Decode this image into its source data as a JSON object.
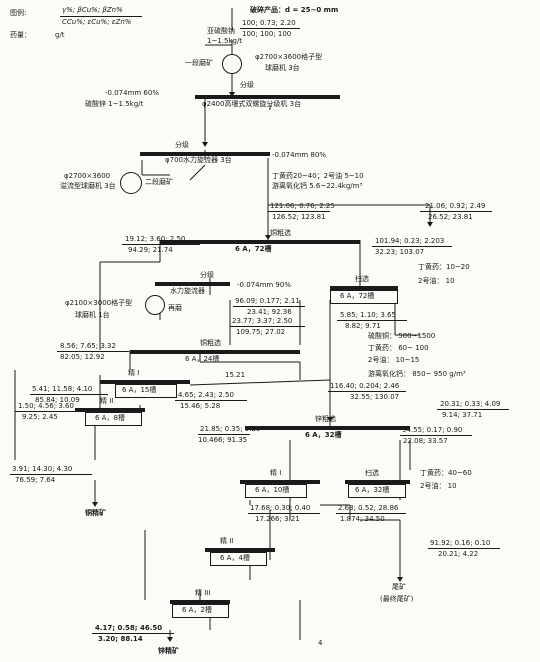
{
  "legend": {
    "title": "图例:",
    "row1_num": "γ%; βCu%; βZn%",
    "row1_den": "CCu%; εCu%; εZn%",
    "dosage_label": "药量：",
    "dosage_unit": "g/t"
  },
  "feed": {
    "label": "破碎产品：d = 25~0 mm",
    "values_top": "100; 0.73; 2.20",
    "values_bot": "100; 100; 100"
  },
  "stage1": {
    "reagent_name": "亚硫酸钠",
    "reagent_dose": "1~1.5kg/t",
    "mill_label": "一段磨矿",
    "mill_desc_line1": "φ2700×3600格子型",
    "mill_desc_line2": "球磨机 3台",
    "classify_label": "分级",
    "size_text": "-0.074mm 60%",
    "classifier": "φ2400高堰式双螺旋分级机 3台",
    "sulfite_reagent": "硫酸锌 1~1.5kg/t"
  },
  "stage2": {
    "classify_label": "分级",
    "cyclone": "φ700水力旋流器 3台",
    "size_text": "-0.074mm 80%",
    "mill_label": "二段磨矿",
    "mill_desc_line1": "φ2700×3600",
    "mill_desc_line2": "溢流型球磨机 3台",
    "reagents_line1": "丁黄药20~40；2号油 5~10",
    "reagents_line2": "游离氧化钙 5.6~22.4kg/m³",
    "v_left_top": "121.06; 0.76; 2.25",
    "v_left_bot": "126.52; 123.81",
    "v_right_top": "21.06; 0.92; 2.49",
    "v_right_bot": "26.52; 23.81"
  },
  "cu_rougher": {
    "label": "铜粗选",
    "cells": "6 A，72槽",
    "v_left_top": "19.12; 3.60; 2.50",
    "v_left_bot": "94.29; 21.74",
    "v_right_top": "101.94; 0.23; 2.203",
    "v_right_bot": "32.23; 103.07"
  },
  "regrind": {
    "classify_label": "分级",
    "cyclone": "水力旋流器",
    "size_text": "-0.074mm 90%",
    "mill_line1": "φ2100×3000格子型",
    "mill_line2": "球磨机 1台",
    "regrind_label": "再磨",
    "v1_top": "96.09; 0.177; 2.11",
    "v1_bot": "23.41; 92.36",
    "v2_top": "23.77; 3.37; 2.50",
    "v2_bot": "109.75; 27.02"
  },
  "cu_scav": {
    "label": "扫选",
    "cells": "6 A，72槽",
    "reagent_line1": "丁黄药：10~20",
    "reagent_line2": "2号油： 10",
    "v_top": "5.85; 1.10; 3.65",
    "v_bot": "8.82; 9.71"
  },
  "cu_rough2": {
    "label": "铜粗选",
    "cells": "6 A，24槽",
    "v_top": "8.56; 7.65; 3.32",
    "v_bot": "82.05; 12.92"
  },
  "cu_clean1": {
    "label": "精 I",
    "cells": "6 A，15槽",
    "v_top": "5.41; 11.58; 4.10",
    "v_bot": "85.84; 10.09",
    "v_right_top": "4.65; 2.43; 2.50",
    "v_right_bot": "15.46; 5.28",
    "recycle": "15.21"
  },
  "cu_clean2": {
    "label": "精 II",
    "cells": "6 A，8槽",
    "v_top": "1.50; 4.56; 3.60",
    "v_bot": "9.25; 2.45"
  },
  "cu_conc": {
    "v_top": "3.91; 14.30; 4.30",
    "v_bot": "76.59; 7.64",
    "label": "铜精矿"
  },
  "zn_reagents": {
    "line1": "硫酸铜： 500~1500",
    "line2": "丁黄药： 60~ 100",
    "line3": "2号油： 10~15",
    "line4": "游离氧化钙： 850~ 950 g/m³"
  },
  "zn_feed": {
    "v_top": "116.40; 0.204; 2.46",
    "v_bot": "32.55; 130.07",
    "v2_top": "20.31; 0.33; 4.09",
    "v2_bot": "9.14; 37.71"
  },
  "zn_rougher": {
    "label": "锌粗选",
    "cells": "6 A，32槽",
    "v_left_top": "21.85; 0.35; 9.20",
    "v_left_bot": "10.466; 91.35",
    "v_right_top": "94.55; 0.17; 0.90",
    "v_right_bot": "22.08; 33.57"
  },
  "zn_clean1": {
    "label": "精 I",
    "cells": "6 A，10槽",
    "v_top": "17.68; 0.30; 0.40",
    "v_bot": "17.266; 3.21"
  },
  "zn_scav": {
    "label": "扫选",
    "cells": "6 A，32槽",
    "reagent_line1": "丁黄药：40~60",
    "reagent_line2": "2号油： 10",
    "v_top": "2.63; 0.52; 28.86",
    "v_bot": "1.874; 34.50",
    "v_tail_top": "91.92; 0.16; 0.10",
    "v_tail_bot": "20.21; 4.22"
  },
  "zn_clean2": {
    "label": "精 II",
    "cells": "6 A，4槽"
  },
  "zn_clean3": {
    "label": "精 III",
    "cells": "6 A，2槽"
  },
  "zn_conc": {
    "v_top": "4.17; 0.58; 46.50",
    "v_bot": "3.20; 88.14",
    "label": "锌精矿"
  },
  "tailings": {
    "label_line1": "尾矿",
    "label_line2": "(最终尾矿)"
  },
  "page_mark": "4"
}
